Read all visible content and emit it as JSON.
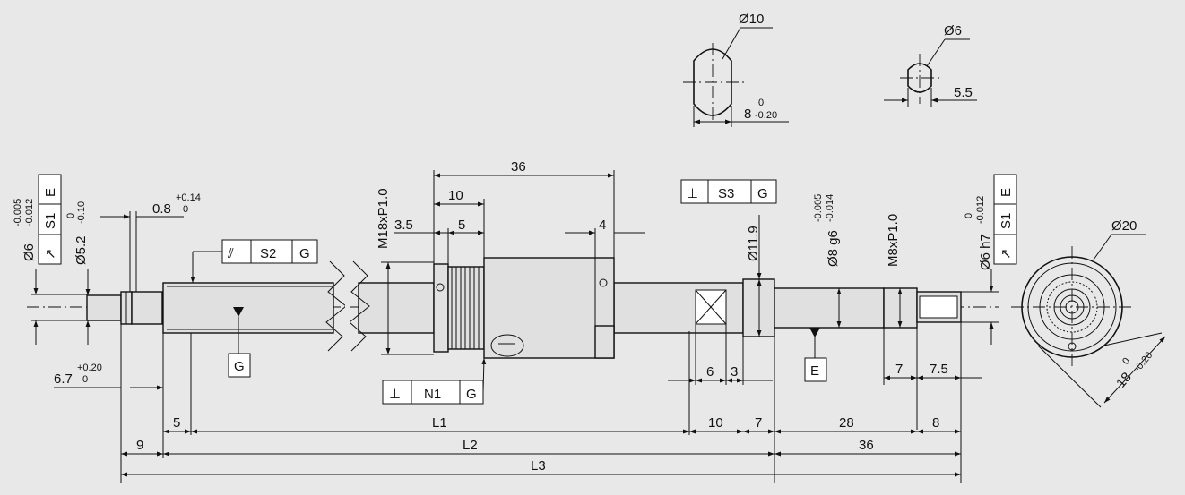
{
  "top_details": {
    "flat_diameter": "Ø10",
    "flat_width": "8",
    "flat_tol_upper": "0",
    "flat_tol_lower": "-0.20",
    "small_diameter": "Ø6",
    "small_flat": "5.5"
  },
  "left_end": {
    "diameter": "Ø6",
    "diameter_tol_upper": "-0.005",
    "diameter_tol_lower": "-0.012",
    "fcf_symbol": "↗",
    "fcf_zone": "S1",
    "fcf_datum": "E",
    "groove_diameter": "Ø5.2",
    "groove_tol_upper": "0",
    "groove_tol_lower": "-0.10",
    "groove_width": "0.8",
    "groove_width_tol_upper": "+0.14",
    "groove_width_tol_lower": "0",
    "groove_pos": "6.7",
    "groove_pos_tol_upper": "+0.20",
    "groove_pos_tol_lower": "0"
  },
  "shaft": {
    "fcf_symbol": "⫽",
    "fcf_zone": "S2",
    "fcf_datum": "G",
    "datum_label": "G",
    "thread": "M18xP1.0"
  },
  "nut": {
    "length": "36",
    "flange_length": "10",
    "thread_length": "5",
    "chamfer": "3.5",
    "hole_pos": "4",
    "fcf_symbol": "⊥",
    "fcf_zone": "N1",
    "fcf_datum": "G"
  },
  "right_end": {
    "fcf_symbol": "⊥",
    "fcf_zone": "S3",
    "fcf_datum": "G",
    "collar_diameter": "Ø11.9",
    "bearing_diameter": "Ø8 g6",
    "bearing_tol_upper": "-0.005",
    "bearing_tol_lower": "-0.014",
    "thread": "M8xP1.0",
    "end_diameter": "Ø6 h7",
    "end_tol_upper": "0",
    "end_tol_lower": "-0.012",
    "end_fcf_symbol": "↗",
    "end_fcf_zone": "S1",
    "end_fcf_datum": "E",
    "datum_label": "E",
    "dim_6": "6",
    "dim_3": "3",
    "dim_7a": "7",
    "dim_7_5": "7.5"
  },
  "bottom_dims": {
    "d5": "5",
    "L1": "L1",
    "d10": "10",
    "d7": "7",
    "d28": "28",
    "d8": "8",
    "d9": "9",
    "L2": "L2",
    "d36": "36",
    "L3": "L3"
  },
  "end_view": {
    "diameter": "Ø20",
    "flat": "18",
    "flat_tol_upper": "0",
    "flat_tol_lower": "-0.20"
  }
}
